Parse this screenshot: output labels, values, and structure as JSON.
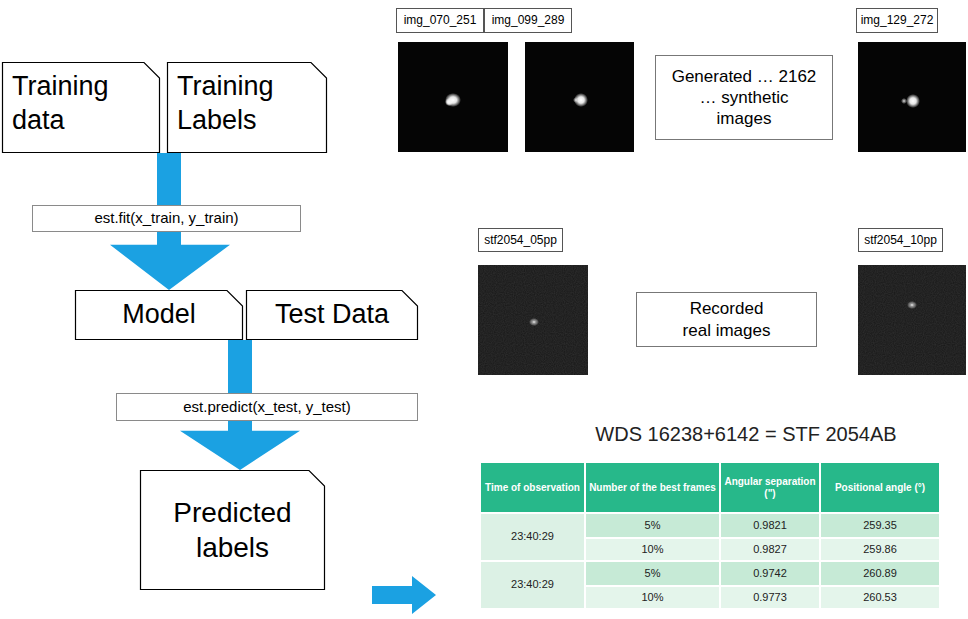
{
  "diagram": {
    "nodes": [
      {
        "text": [
          "Training data"
        ]
      },
      {
        "text": [
          "Training Labels"
        ]
      },
      {
        "text": [
          "img_070_251"
        ]
      },
      {
        "text": [
          "img_099_289"
        ]
      },
      {
        "text": [
          "Generated … 2162 … synthetic images"
        ]
      },
      {
        "text": [
          "img_129_272"
        ]
      },
      {
        "text": [
          "est.fit(x_train, y_train)"
        ]
      },
      {
        "text": [
          "stf2054_05pp"
        ]
      },
      {
        "text": [
          "Recorded real images"
        ]
      },
      {
        "text": [
          "stf2054_10pp"
        ]
      },
      {
        "text": [
          "Model"
        ]
      },
      {
        "text": [
          "Test Data"
        ]
      },
      {
        "text": [
          "est.predict(x_test, y_test)"
        ]
      },
      {
        "text": [
          "Predicted labels"
        ]
      }
    ],
    "edges": [
      {
        "from": 0,
        "to": 6,
        "arrow": "none"
      },
      {
        "from": 1,
        "to": 6,
        "arrow": "none"
      },
      {
        "from": 6,
        "to": 10,
        "arrow": "to"
      },
      {
        "from": 10,
        "to": 12,
        "arrow": "none"
      },
      {
        "from": 11,
        "to": 12,
        "arrow": "none"
      },
      {
        "from": 12,
        "to": 13,
        "arrow": "to"
      }
    ],
    "labels": [
      "WDS 16238+6142 = STF 2054AB",
      "Time of observation",
      "Number of the best frames",
      "Angular separation (\")",
      "Positional angle (°)",
      "23:40:29",
      "5%",
      "0.9821",
      "259.35",
      "10%",
      "0.9827",
      "259.86",
      "23:40:29",
      "5%",
      "0.9742",
      "260.89",
      "10%",
      "0.9773",
      "260.53"
    ]
  }
}
